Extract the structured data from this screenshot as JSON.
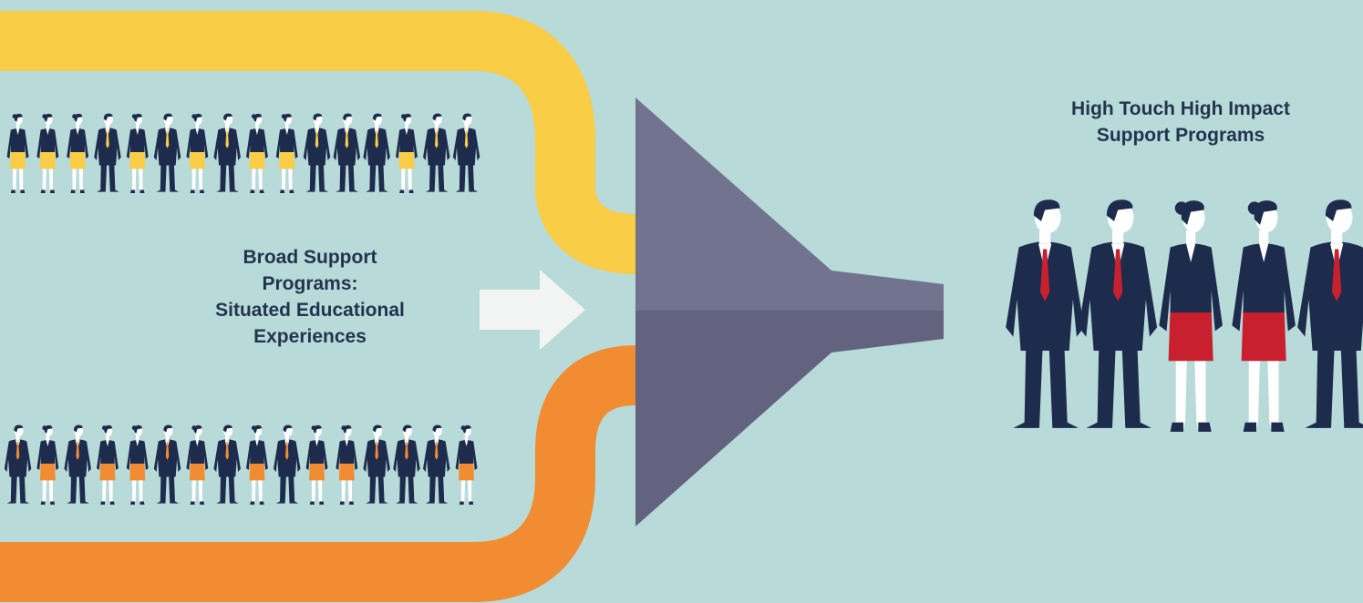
{
  "colors": {
    "background": "#b8dbd9",
    "yellow_band": "#f9cd45",
    "orange_band": "#f28c33",
    "funnel_top": "#72738f",
    "funnel_bottom": "#63637f",
    "arrow": "#f2f4f3",
    "suit": "#1d2b4c",
    "skin": "#ffffff",
    "tie_red": "#c8202f",
    "yellow_accent": "#f9cd45",
    "orange_accent": "#f28c33",
    "text": "#23344e"
  },
  "broad_label": {
    "line1": "Broad Support",
    "line2": "Programs:",
    "line3": "Situated Educational",
    "line4": "Experiences"
  },
  "high_label": {
    "line1": "High Touch High Impact",
    "line2": "Support Programs"
  },
  "top_row": {
    "accent": "yellow",
    "figures": [
      "woman",
      "woman",
      "woman",
      "man",
      "woman",
      "man",
      "woman",
      "man",
      "woman",
      "woman",
      "man",
      "man",
      "man",
      "woman",
      "man",
      "man"
    ]
  },
  "bottom_row": {
    "accent": "orange",
    "figures": [
      "man",
      "woman",
      "man",
      "woman",
      "woman",
      "man",
      "woman",
      "man",
      "woman",
      "man",
      "woman",
      "woman",
      "man",
      "man",
      "man",
      "woman"
    ]
  },
  "right_group": {
    "figures": [
      "man",
      "man",
      "woman",
      "woman",
      "man"
    ]
  }
}
